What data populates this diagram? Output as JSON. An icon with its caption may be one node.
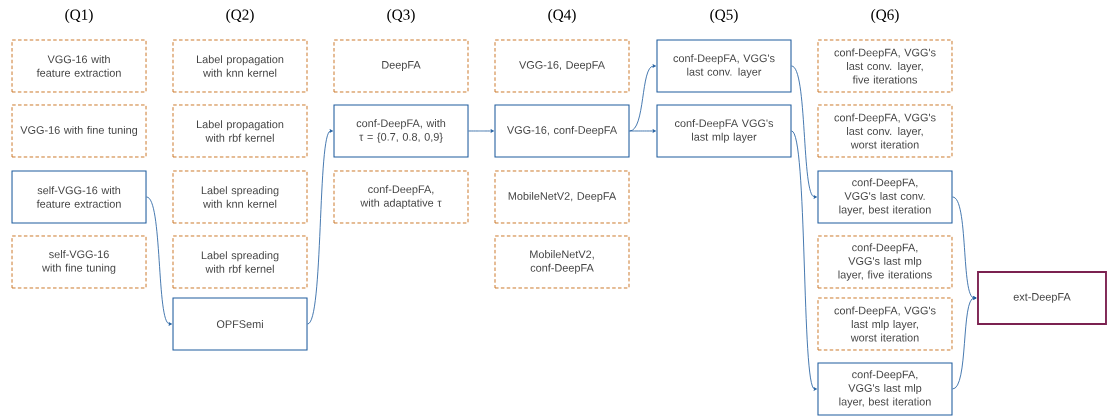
{
  "diagram": {
    "nodes": [
      {
        "text": [
          "VGG-16 with feature extraction"
        ]
      },
      {
        "text": [
          "VGG-16 with fine tuning"
        ]
      },
      {
        "text": [
          "self-VGG-16 with feature extraction"
        ]
      },
      {
        "text": [
          "self-VGG-16 with fine tuning"
        ]
      },
      {
        "text": [
          "Label propagation with knn kernel"
        ]
      },
      {
        "text": [
          "Label propagation with rbf kernel"
        ]
      },
      {
        "text": [
          "Label spreading with knn kernel"
        ]
      },
      {
        "text": [
          "Label spreading with rbf kernel"
        ]
      },
      {
        "text": [
          "OPFSemi"
        ]
      },
      {
        "text": [
          "DeepFA"
        ]
      },
      {
        "text": [
          "conf-DeepFA, with τ = {0.7, 0.8, 0,9}"
        ]
      },
      {
        "text": [
          "conf-DeepFA, with adaptative τ"
        ]
      },
      {
        "text": [
          "VGG-16, DeepFA"
        ]
      },
      {
        "text": [
          "VGG-16, conf-DeepFA"
        ]
      },
      {
        "text": [
          "MobileNetV2, DeepFA"
        ]
      },
      {
        "text": [
          "MobileNetV2, conf-DeepFA"
        ]
      },
      {
        "text": [
          "conf-DeepFA, VGG's last conv. layer"
        ]
      },
      {
        "text": [
          "conf-DeepFA VGG's last mlp layer"
        ]
      },
      {
        "text": [
          "conf-DeepFA, VGG's last conv. layer, five iterations"
        ]
      },
      {
        "text": [
          "conf-DeepFA, VGG's last conv. layer, worst iteration"
        ]
      },
      {
        "text": [
          "conf-DeepFA, VGG's last conv. layer, best iteration"
        ]
      },
      {
        "text": [
          "conf-DeepFA, VGG's last mlp layer, five iterations"
        ]
      },
      {
        "text": [
          "conf-DeepFA, VGG's last mlp layer, worst iteration"
        ]
      },
      {
        "text": [
          "conf-DeepFA, VGG's last mlp layer, best iteration"
        ]
      },
      {
        "text": [
          "ext-DeepFA"
        ]
      }
    ],
    "edges": [
      {
        "from": 2,
        "to": 8,
        "arrow": "to"
      },
      {
        "from": 8,
        "to": 10,
        "arrow": "to"
      },
      {
        "from": 10,
        "to": 13,
        "arrow": "to"
      },
      {
        "from": 13,
        "to": 16,
        "arrow": "to"
      },
      {
        "from": 13,
        "to": 17,
        "arrow": "to"
      },
      {
        "from": 16,
        "to": 20,
        "arrow": "to"
      },
      {
        "from": 17,
        "to": 23,
        "arrow": "to"
      },
      {
        "from": 20,
        "to": 24,
        "arrow": "to"
      },
      {
        "from": 23,
        "to": 24,
        "arrow": "to"
      }
    ],
    "labels": [
      "(Q1)",
      "(Q2)",
      "(Q3)",
      "(Q4)",
      "(Q5)",
      "(Q6)"
    ]
  }
}
